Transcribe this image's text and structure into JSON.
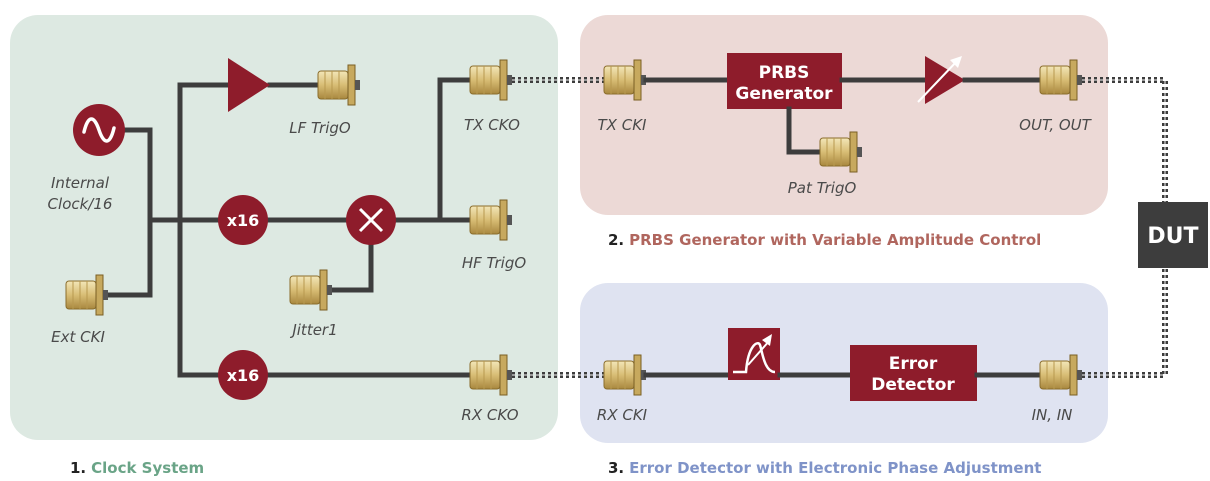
{
  "regions": {
    "clock": {
      "number": "1.",
      "title": "Clock System",
      "color": "#6aa487"
    },
    "prbs": {
      "number": "2.",
      "title": "PRBS Generator with Variable Amplitude Control",
      "color": "#b0665e"
    },
    "error": {
      "number": "3.",
      "title": "Error Detector with Electronic Phase Adjustment",
      "color": "#7f93c8"
    }
  },
  "blocks": {
    "prbs_line1": "PRBS",
    "prbs_line2": "Generator",
    "error_line1": "Error",
    "error_line2": "Detector",
    "dut": "DUT",
    "multiplier_top": "x16",
    "multiplier_bottom": "x16"
  },
  "labels": {
    "internal_clock_line1": "Internal",
    "internal_clock_line2": "Clock/16",
    "ext_cki": "Ext CKI",
    "lf_trigo": "LF TrigO",
    "tx_cko": "TX CKO",
    "hf_trigo": "HF TrigO",
    "jitter": "Jitter1",
    "rx_cko": "RX CKO",
    "tx_cki": "TX CKI",
    "pat_trigo": "Pat TrigO",
    "out": "OUT, OUT",
    "rx_cki": "RX CKI",
    "in": "IN, IN"
  },
  "colors": {
    "clock_bg": "#dde9e2",
    "prbs_bg": "#ecd9d6",
    "error_bg": "#dfe3f1",
    "block_red": "#8e1c2b",
    "dut_bg": "#3d3d3d",
    "connector": "#dcc27e"
  }
}
